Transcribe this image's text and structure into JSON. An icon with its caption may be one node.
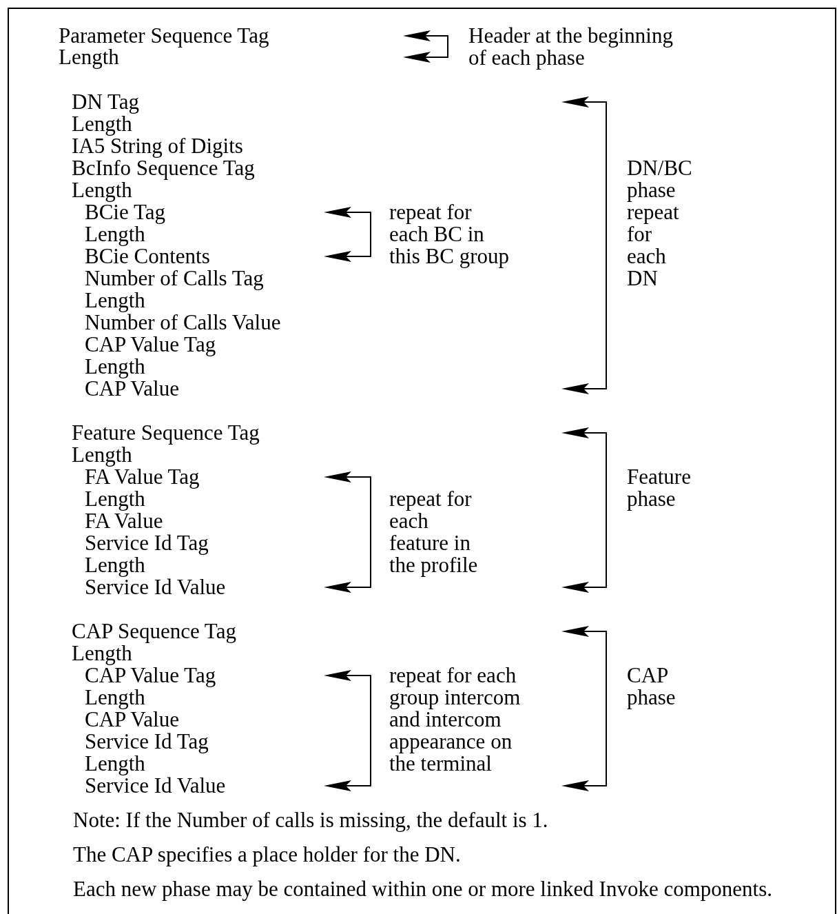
{
  "diagram": {
    "nodes": [
      {
        "text": [
          "Parameter Sequence Tag"
        ]
      },
      {
        "text": [
          "Length"
        ]
      },
      {
        "text": [
          "DN Tag"
        ]
      },
      {
        "text": [
          "Length"
        ]
      },
      {
        "text": [
          "IA5 String of Digits"
        ]
      },
      {
        "text": [
          "BcInfo Sequence Tag"
        ]
      },
      {
        "text": [
          "Length"
        ]
      },
      {
        "text": [
          "BCie Tag"
        ]
      },
      {
        "text": [
          "Length"
        ]
      },
      {
        "text": [
          "BCie Contents"
        ]
      },
      {
        "text": [
          "Number of Calls Tag"
        ]
      },
      {
        "text": [
          "Length"
        ]
      },
      {
        "text": [
          "Number of Calls Value"
        ]
      },
      {
        "text": [
          "CAP Value Tag"
        ]
      },
      {
        "text": [
          "Length"
        ]
      },
      {
        "text": [
          "CAP Value"
        ]
      },
      {
        "text": [
          "Feature Sequence Tag"
        ]
      },
      {
        "text": [
          "Length"
        ]
      },
      {
        "text": [
          "FA Value Tag"
        ]
      },
      {
        "text": [
          "Length"
        ]
      },
      {
        "text": [
          "FA Value"
        ]
      },
      {
        "text": [
          "Service Id Tag"
        ]
      },
      {
        "text": [
          "Length"
        ]
      },
      {
        "text": [
          "Service Id Value"
        ]
      },
      {
        "text": [
          "CAP Sequence Tag"
        ]
      },
      {
        "text": [
          "Length"
        ]
      },
      {
        "text": [
          "CAP Value Tag"
        ]
      },
      {
        "text": [
          "Length"
        ]
      },
      {
        "text": [
          "CAP Value"
        ]
      },
      {
        "text": [
          "Service Id Tag"
        ]
      },
      {
        "text": [
          "Length"
        ]
      },
      {
        "text": [
          "Service Id Value"
        ]
      }
    ],
    "labels": [
      "Header at the beginning of each phase",
      "DN/BC phase",
      "repeat for each BC in this BC group",
      "repeat for each DN",
      "Feature phase",
      "repeat for each feature in the profile",
      "repeat for each group intercom and intercom appearance on the terminal",
      "CAP phase",
      "Note: If the Number of calls is missing, the default is 1.",
      "The CAP specifies a place holder for the DN.",
      "Each new phase may be contained within one or more linked Invoke components."
    ]
  }
}
